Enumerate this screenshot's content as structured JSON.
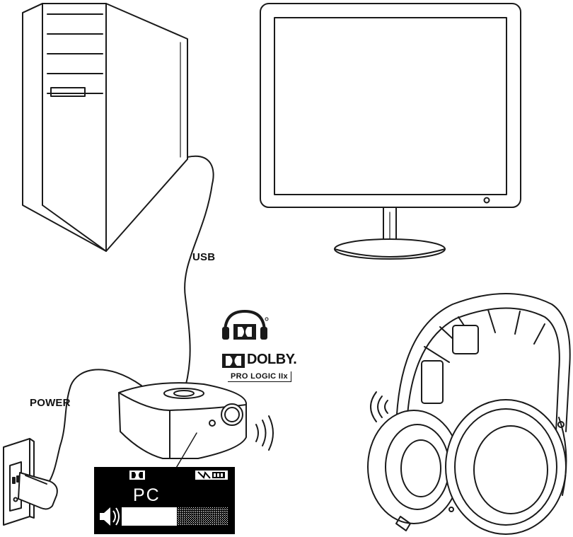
{
  "labels": {
    "usb": "USB",
    "power": "POWER"
  },
  "dolby": {
    "wordmark": "DOLBY.",
    "tagline": "PRO LOGIC IIx"
  },
  "display": {
    "source": "PC",
    "volume_level": 0.52
  },
  "icons": {
    "computer": "desktop-tower-icon",
    "monitor": "monitor-icon",
    "transmitter": "wireless-transmitter-icon",
    "headphones": "wireless-headphones-icon",
    "outlet": "wall-outlet-icon",
    "dolby_headphone": "dolby-headphone-icon",
    "signal": "wireless-signal-icon",
    "battery": "battery-icon",
    "speaker": "speaker-icon"
  },
  "colors": {
    "line": "#1a1a1a",
    "display_bg": "#000000",
    "display_fg": "#ffffff"
  }
}
